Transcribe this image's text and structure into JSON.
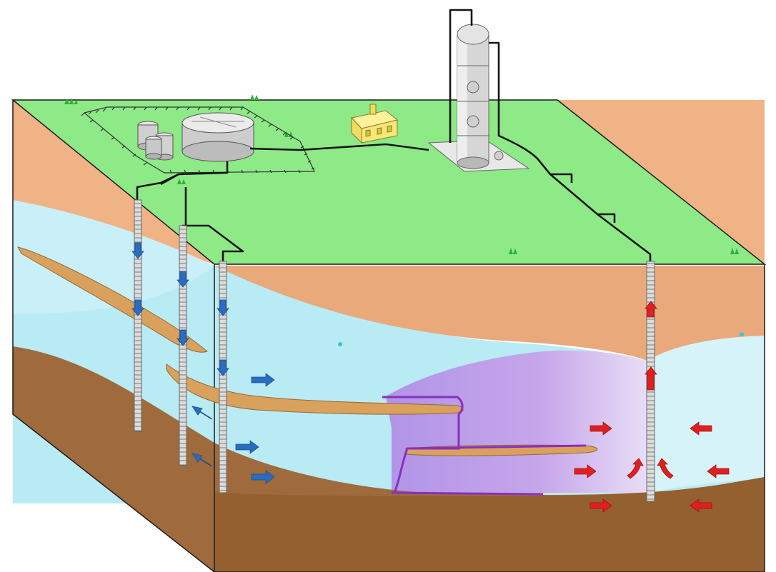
{
  "diagram": {
    "colors": {
      "grass": "#8ee987",
      "soil_top": "#f2b98b",
      "soil_mid": "#e6a678",
      "aquifer": "#b8ecf6",
      "aquifer_light": "#d9f5fb",
      "bedrock": "#a06a3c",
      "bedrock_dark": "#8a5a30",
      "clay_lens": "#d9a15c",
      "plume": "#c4a0e8",
      "plume_edge": "#8a2fc0",
      "pipe": "#1a1a1a",
      "injection_arrow": "#2a6cc0",
      "extraction_arrow": "#e02020",
      "well_casing": "#d8d8d8"
    },
    "injection_wells_count": 3,
    "extraction_wells_count": 1,
    "components": [
      "treatment-tank",
      "storage-tanks",
      "control-building",
      "air-stripping-tower",
      "injection-wells",
      "extraction-well",
      "contaminant-plume",
      "clay-lenses"
    ]
  }
}
